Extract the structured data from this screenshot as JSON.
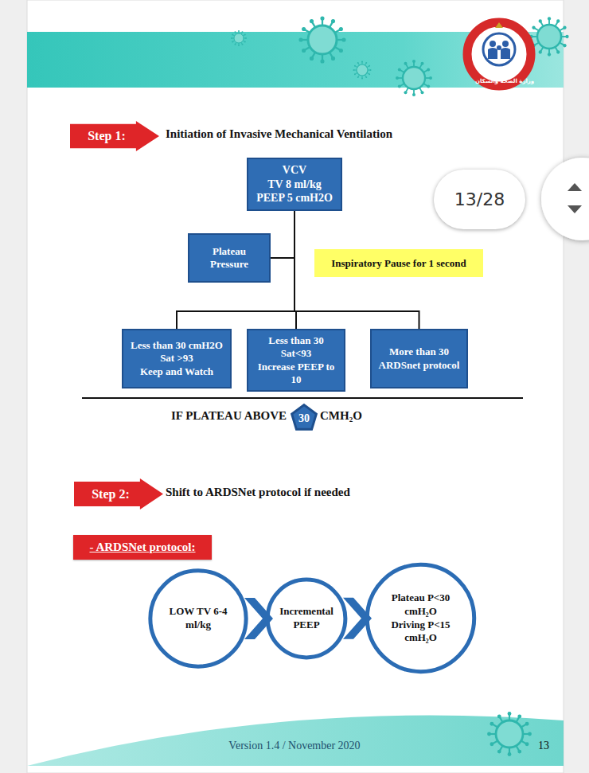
{
  "diagram": {
    "nodes": [
      {
        "text": [
          "Step 1:"
        ]
      },
      {
        "text": [
          "VCV",
          "TV 8 ml/kg",
          "PEEP 5 cmH2O"
        ]
      },
      {
        "text": [
          "Plateau Pressure"
        ]
      },
      {
        "text": [
          "Inspiratory Pause for 1 second"
        ]
      },
      {
        "text": [
          "Less than 30 cmH2O",
          "Sat >93",
          "Keep and Watch"
        ]
      },
      {
        "text": [
          "Less than 30",
          "Sat<93",
          "Increase PEEP to 10"
        ]
      },
      {
        "text": [
          "More than 30",
          "ARDSnet protocol"
        ]
      },
      {
        "text": [
          "30"
        ]
      },
      {
        "text": [
          "Step 2:"
        ]
      },
      {
        "text": [
          "- ARDSNet protocol:"
        ]
      },
      {
        "text": [
          "LOW TV 6-4 ml/kg"
        ]
      },
      {
        "text": [
          "Incremental PEEP"
        ]
      },
      {
        "text": [
          "Plateau P<30 cmH₂O",
          "Driving P<15 cmH₂O"
        ]
      },
      {
        "text": [
          "13/28"
        ]
      }
    ],
    "edges": [
      {
        "from": 1,
        "to": 2,
        "arrow": "none"
      },
      {
        "from": 1,
        "to": 4,
        "arrow": "none"
      },
      {
        "from": 1,
        "to": 5,
        "arrow": "none"
      },
      {
        "from": 1,
        "to": 6,
        "arrow": "none"
      },
      {
        "from": 10,
        "to": 11,
        "arrow": "to"
      },
      {
        "from": 11,
        "to": 12,
        "arrow": "to"
      }
    ],
    "labels": [
      "وزارة الصحة والسكان",
      "Initiation of Invasive Mechanical Ventilation",
      "IF PLATEAU ABOVE",
      "CMH₂O",
      "Shift to ARDSNet protocol if needed",
      "Version 1.4 / November 2020",
      "13"
    ]
  }
}
